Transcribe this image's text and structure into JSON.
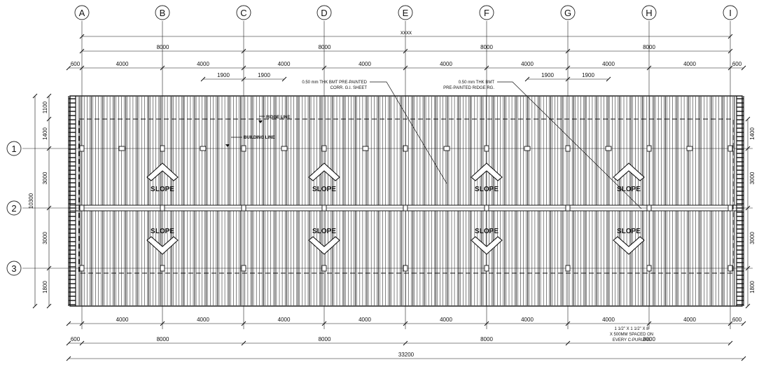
{
  "grid_columns": [
    "A",
    "B",
    "C",
    "D",
    "E",
    "F",
    "G",
    "H",
    "I"
  ],
  "grid_rows": [
    "1",
    "2",
    "3"
  ],
  "top_overall_label": "xxxx",
  "bottom_overall_label": "33200",
  "bay_dims_top": [
    "8000",
    "8000",
    "8000",
    "8000"
  ],
  "bay_dims_bottom": [
    "8000",
    "8000",
    "8000",
    "8000"
  ],
  "half_dims_top": [
    "4000",
    "4000",
    "4000",
    "4000",
    "4000",
    "4000",
    "4000",
    "4000"
  ],
  "half_dims_bottom": [
    "4000",
    "4000",
    "4000",
    "4000",
    "4000",
    "4000",
    "4000",
    "4000"
  ],
  "edge_dim": "600",
  "offset_dims": [
    "1900",
    "1900",
    "1900",
    "1900"
  ],
  "left_dims": [
    "1100",
    "1400",
    "3000",
    "3000",
    "1800"
  ],
  "left_total": "10300",
  "right_dims": [
    "1400",
    "3000",
    "3000",
    "1800"
  ],
  "annotations": {
    "ridge_line": "RIDGE LINE",
    "building_line": "BUILDING LINE",
    "sheet_note_1": "0.50 mm THK BMT PRE-PAINTED",
    "sheet_note_2": "CORR. G.I. SHEET",
    "ridge_note_1": "0.50 mm THK BMT",
    "ridge_note_2": "PRE-PAINTED RIDGE RG.",
    "purlin_note_1": "1 1/2\" X 1 1/2\" X 8",
    "purlin_note_2": "X 500MM SPACED ON",
    "purlin_note_3": "EVERY C-PURLINS"
  },
  "slope_label": "SLOPE"
}
